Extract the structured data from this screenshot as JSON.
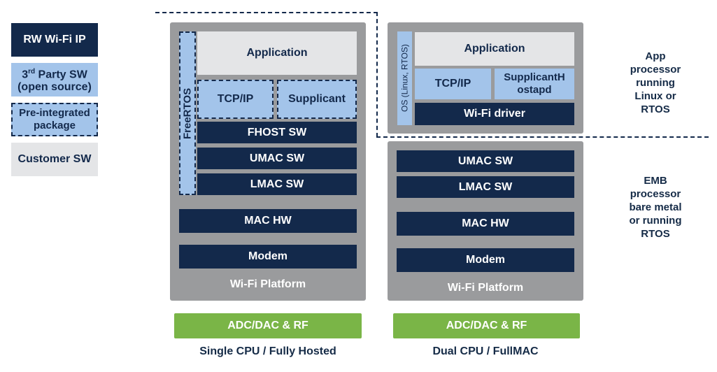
{
  "legend": {
    "rw_wifi_ip": "RW Wi-Fi IP",
    "third_party_prefix": "3",
    "third_party_sup": "rd",
    "third_party_rest": " Party SW",
    "third_party_line2": "(open source)",
    "pre_integrated_line1": "Pre-integrated",
    "pre_integrated_line2": "package",
    "customer_sw": "Customer SW"
  },
  "single_cpu": {
    "freertos": "FreeRTOS",
    "application": "Application",
    "tcpip": "TCP/IP",
    "supplicant": "Supplicant",
    "fhost_sw": "FHOST SW",
    "umac_sw": "UMAC SW",
    "lmac_sw": "LMAC SW",
    "mac_hw": "MAC HW",
    "modem": "Modem",
    "platform_label": "Wi-Fi Platform",
    "rf": "ADC/DAC & RF",
    "caption": "Single CPU / Fully Hosted"
  },
  "dual_cpu": {
    "os": "OS (Linux, RTOS)",
    "application": "Application",
    "tcpip": "TCP/IP",
    "supplicant_line1": "SupplicantH",
    "supplicant_line2": "ostapd",
    "wifi_driver": "Wi-Fi driver",
    "umac_sw": "UMAC SW",
    "lmac_sw": "LMAC SW",
    "mac_hw": "MAC HW",
    "modem": "Modem",
    "platform_label": "Wi-Fi Platform",
    "rf": "ADC/DAC & RF",
    "caption": "Dual CPU / FullMAC"
  },
  "side_labels": {
    "app_processor": [
      "App",
      "processor",
      "running",
      "Linux or",
      "RTOS"
    ],
    "emb_processor": [
      "EMB",
      "processor",
      "bare metal",
      "or running",
      "RTOS"
    ]
  },
  "colors": {
    "rw_ip": "#13294b",
    "third_party": "#a3c4ea",
    "customer": "#e4e5e7",
    "platform": "#9a9b9d",
    "rf": "#7ab547"
  }
}
